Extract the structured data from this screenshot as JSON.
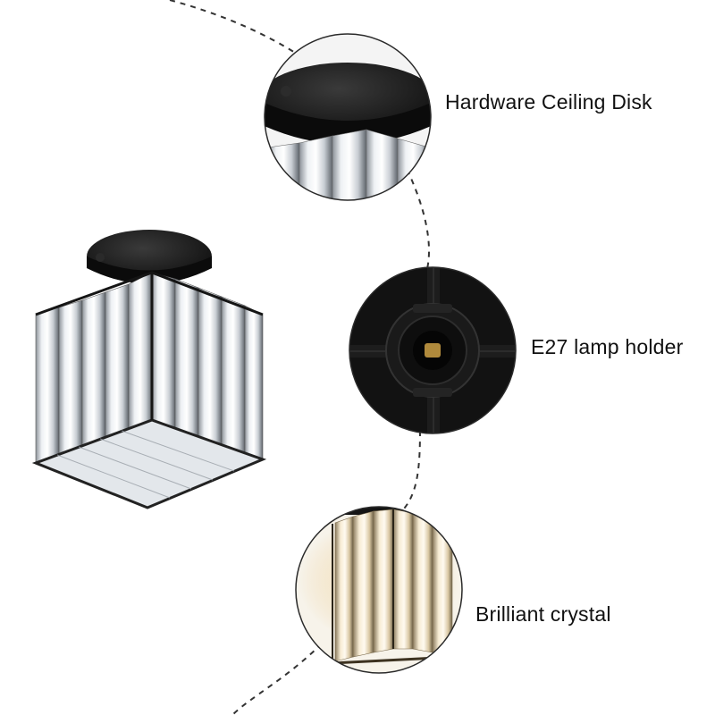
{
  "callouts": [
    {
      "label": "Hardware Ceiling Disk"
    },
    {
      "label": "E27 lamp holder"
    },
    {
      "label": "Brilliant crystal"
    }
  ],
  "colors": {
    "background": "#ffffff",
    "metal": "#151515",
    "crystal_light": "#f4f6f8",
    "crystal_mid": "#c9ced4",
    "crystal_dark": "#6f757c",
    "warm_glow": "#e8c68a",
    "dashed_line": "#333333",
    "circle_outline": "#2a2a2a"
  },
  "icons": {
    "product": "crystal-ceiling-lamp",
    "detail_1": "ceiling-disk-closeup",
    "detail_2": "e27-socket-closeup",
    "detail_3": "lit-crystal-closeup"
  }
}
